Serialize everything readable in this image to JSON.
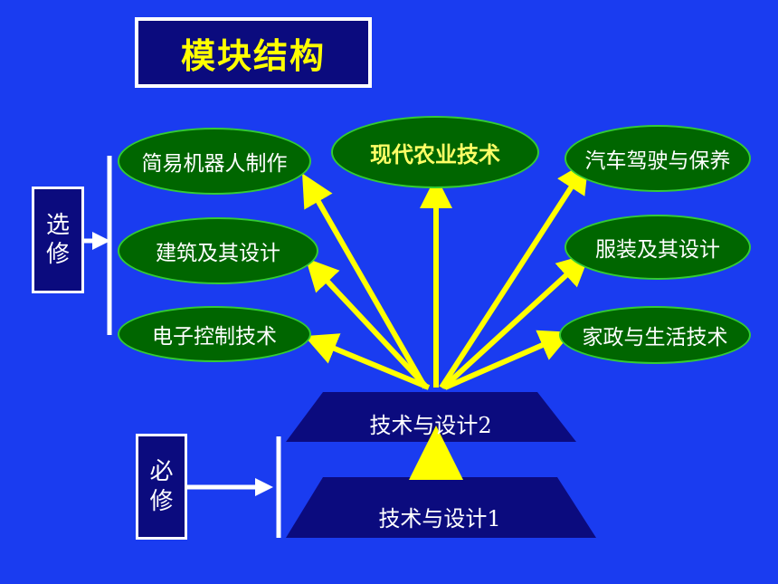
{
  "title": "模块结构",
  "elective_label": [
    "选",
    "修"
  ],
  "required_label": [
    "必",
    "修"
  ],
  "modules": {
    "elective_left": [
      "简易机器人制作",
      "建筑及其设计",
      "电子控制技术"
    ],
    "elective_center": "现代农业技术",
    "elective_right": [
      "汽车驾驶与保养",
      "服装及其设计",
      "家政与生活技术"
    ]
  },
  "core": {
    "design2": "技术与设计2",
    "design1": "技术与设计1"
  },
  "colors": {
    "background": "#1a3cf0",
    "box": "#0b0b7e",
    "oval_fill": "#006600",
    "oval_border": "#33cc33",
    "arrow": "#ffff00",
    "title_text": "#ffff00"
  }
}
